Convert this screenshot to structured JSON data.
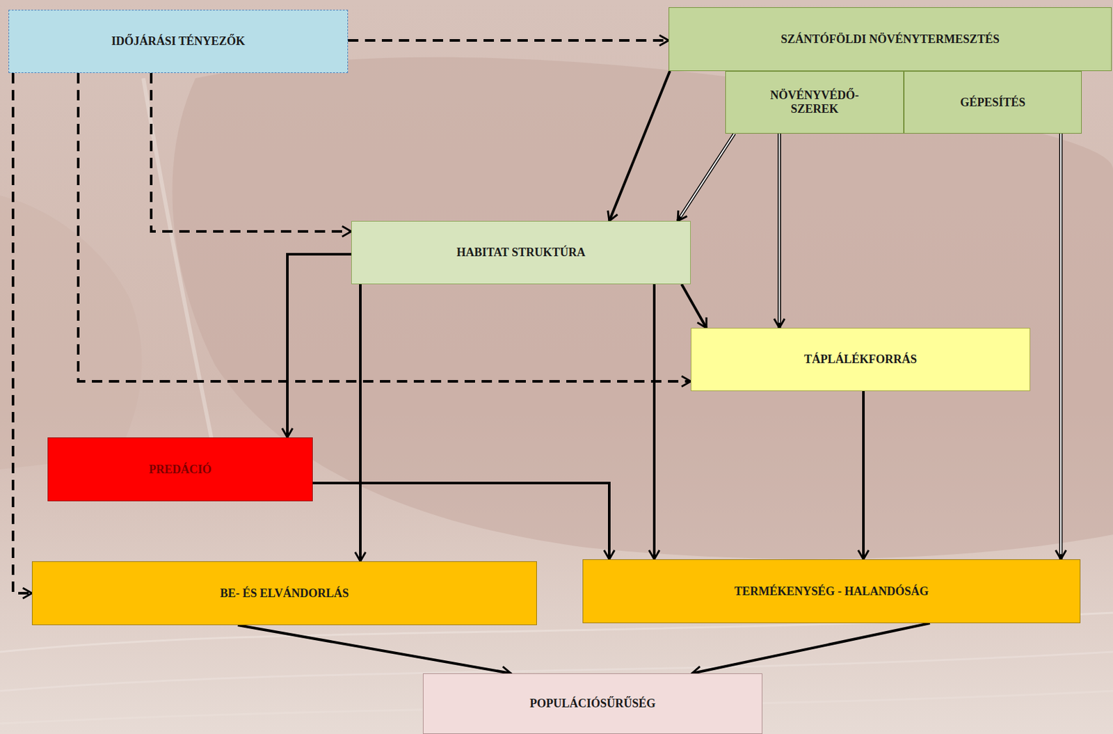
{
  "diagram": {
    "nodes": [
      {
        "text": [
          "IDŐJÁRÁSI TÉNYEZŐK"
        ]
      },
      {
        "text": [
          "SZÁNTÓFÖLDI NÖVÉNYTERMESZTÉS"
        ]
      },
      {
        "text": [
          "NÖVÉNYVÉDŐ- SZEREK"
        ]
      },
      {
        "text": [
          "GÉPESÍTÉS"
        ]
      },
      {
        "text": [
          "HABITAT STRUKTÚRA"
        ]
      },
      {
        "text": [
          "TÁPLÁLÉKFORRÁS"
        ]
      },
      {
        "text": [
          "PREDÁCIÓ"
        ]
      },
      {
        "text": [
          "BE- ÉS ELVÁNDORLÁS"
        ]
      },
      {
        "text": [
          "TERMÉKENYSÉG - HALANDÓSÁG"
        ]
      },
      {
        "text": [
          "POPULÁCIÓSŰRŰSÉG"
        ]
      }
    ],
    "edges": [
      {
        "from": 0,
        "to": 1,
        "arrow": "to"
      },
      {
        "from": 0,
        "to": 4,
        "arrow": "to"
      },
      {
        "from": 0,
        "to": 5,
        "arrow": "to"
      },
      {
        "from": 0,
        "to": 7,
        "arrow": "to"
      },
      {
        "from": 1,
        "to": 4,
        "arrow": "to"
      },
      {
        "from": 2,
        "to": 4,
        "arrow": "to"
      },
      {
        "from": 2,
        "to": 5,
        "arrow": "to"
      },
      {
        "from": 3,
        "to": 8,
        "arrow": "to"
      },
      {
        "from": 4,
        "to": 6,
        "arrow": "to"
      },
      {
        "from": 4,
        "to": 7,
        "arrow": "to"
      },
      {
        "from": 4,
        "to": 8,
        "arrow": "to"
      },
      {
        "from": 4,
        "to": 5,
        "arrow": "to"
      },
      {
        "from": 5,
        "to": 8,
        "arrow": "to"
      },
      {
        "from": 6,
        "to": 8,
        "arrow": "to"
      },
      {
        "from": 7,
        "to": 9,
        "arrow": "to"
      },
      {
        "from": 8,
        "to": 9,
        "arrow": "to"
      }
    ]
  }
}
